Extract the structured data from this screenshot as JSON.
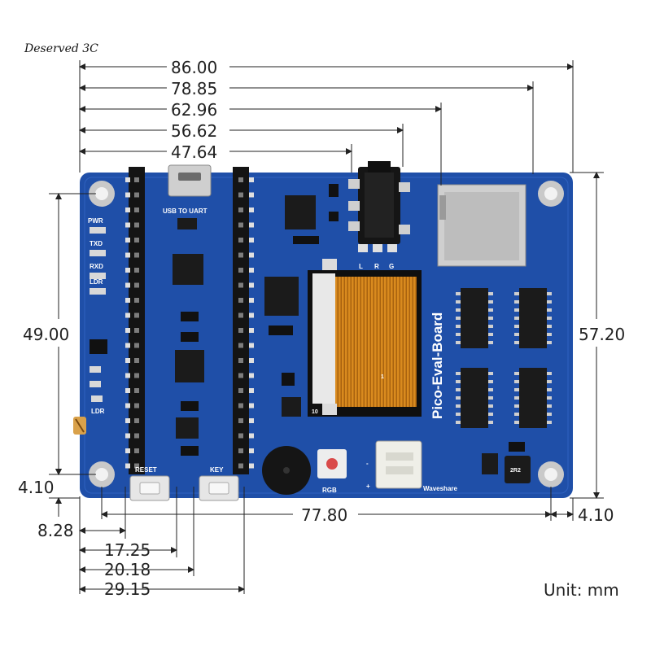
{
  "watermark": "Deserved 3C",
  "unit_label": "Unit: mm",
  "dimensions": {
    "top_86": "86.00",
    "top_78": "78.85",
    "top_62": "62.96",
    "top_56": "56.62",
    "top_47": "47.64",
    "left_49": "49.00",
    "left_4": "4.10",
    "right_57": "57.20",
    "right_4": "4.10",
    "bottom_77": "77.80",
    "bottom_8": "8.28",
    "bottom_17": "17.25",
    "bottom_20": "20.18",
    "bottom_29": "29.15"
  },
  "board": {
    "title": "Pico-Eval-Board",
    "brand": "Waveshare",
    "usb": "USB TO UART",
    "pwr": "PWR",
    "txd": "TXD",
    "rxd": "RXD",
    "ldr_led": "LDR",
    "ldr": "LDR",
    "reset": "RESET",
    "key": "KEY",
    "rgb": "RGB",
    "l": "L",
    "r": "R",
    "g": "G",
    "plus": "+",
    "minus": "-",
    "inductor": "2R2",
    "fpc_1": "1",
    "fpc_10": "10"
  },
  "colors": {
    "pcb": "#1f4fa8",
    "pcb_dark": "#183f8a",
    "header": "#141414",
    "fpc": "#d98a1e"
  }
}
